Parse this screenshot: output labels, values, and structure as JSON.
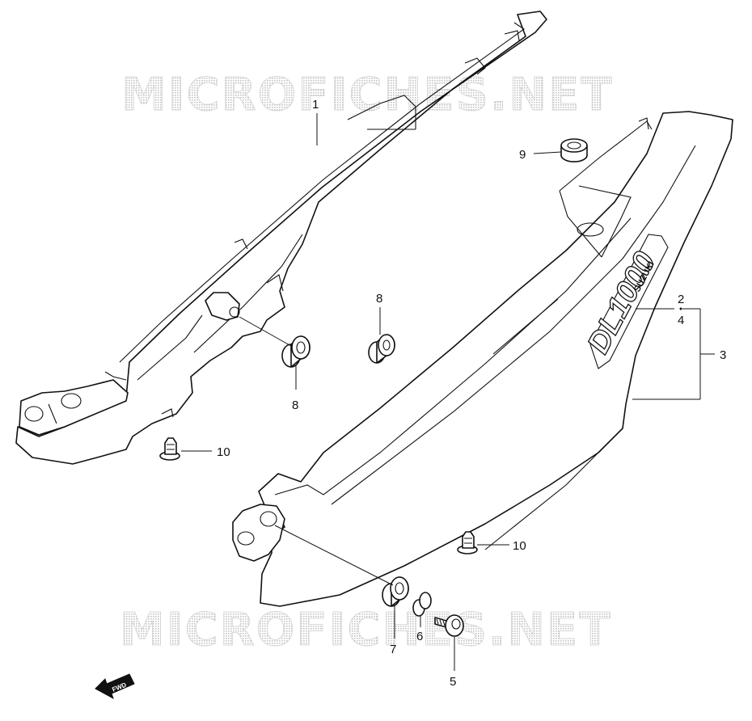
{
  "watermark": {
    "text": "MICROFICHES.NET"
  },
  "callouts": {
    "c1": "1",
    "c2": "2",
    "c4": "4",
    "c3": "3",
    "c5": "5",
    "c6": "6",
    "c7": "7",
    "c8a": "8",
    "c8b": "8",
    "c9": "9",
    "c10a": "10",
    "c10b": "10"
  },
  "decal": {
    "model": "DL1000",
    "brand": "SUZUKI"
  },
  "direction_marker": {
    "label": "FWD"
  }
}
